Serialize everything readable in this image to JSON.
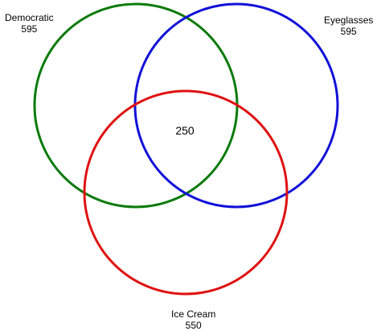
{
  "diagram": {
    "sets": [
      {
        "id": "democratic",
        "name": "Democratic",
        "count": "595",
        "color": "#0a7a0a"
      },
      {
        "id": "eyeglasses",
        "name": "Eyeglasses",
        "count": "595",
        "color": "#1010d8"
      },
      {
        "id": "icecream",
        "name": "Ice Cream",
        "count": "550",
        "color": "#e01010"
      }
    ],
    "center_count": "250"
  }
}
